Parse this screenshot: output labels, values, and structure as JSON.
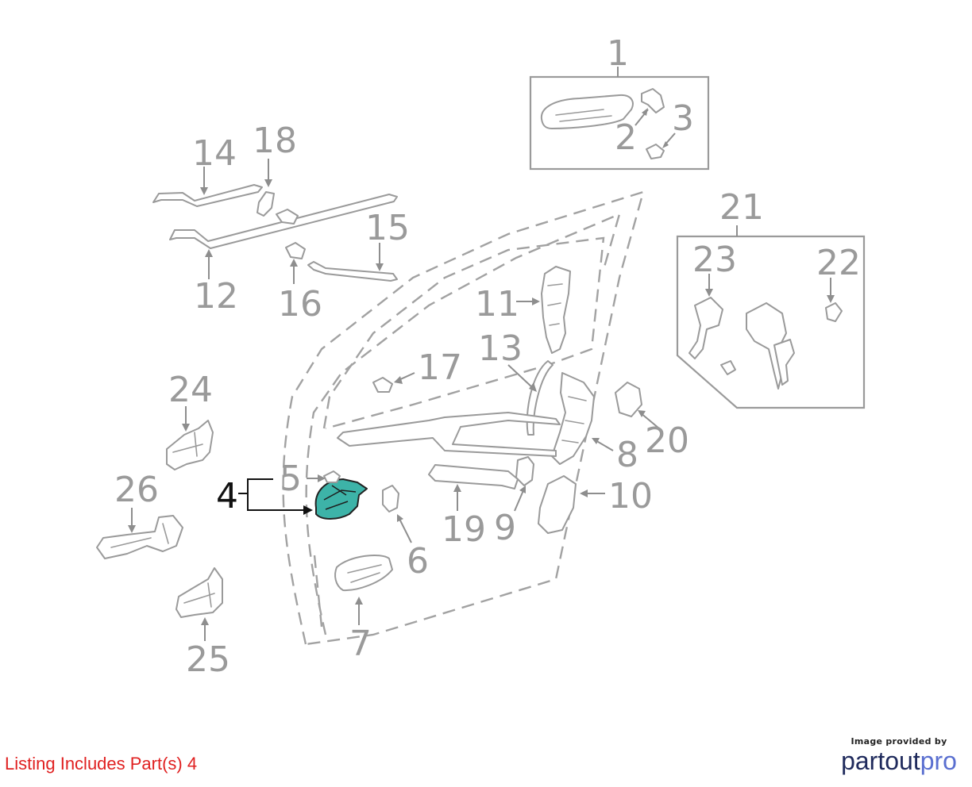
{
  "callouts": {
    "c1": "1",
    "c2": "2",
    "c3": "3",
    "c4": "4",
    "c5": "5",
    "c6": "6",
    "c7": "7",
    "c8": "8",
    "c9": "9",
    "c10": "10",
    "c11": "11",
    "c12": "12",
    "c13": "13",
    "c14": "14",
    "c15": "15",
    "c16": "16",
    "c17": "17",
    "c18": "18",
    "c19": "19",
    "c20": "20",
    "c21": "21",
    "c22": "22",
    "c23": "23",
    "c24": "24",
    "c25": "25",
    "c26": "26"
  },
  "listing": {
    "text": "Listing Includes Part(s) 4",
    "color": "#e02020"
  },
  "highlight": {
    "part": "4",
    "color": "#3db3a8"
  },
  "credit": {
    "provided_by": "Image provided by",
    "brand_part1": "partout",
    "brand_part2": "pro"
  }
}
